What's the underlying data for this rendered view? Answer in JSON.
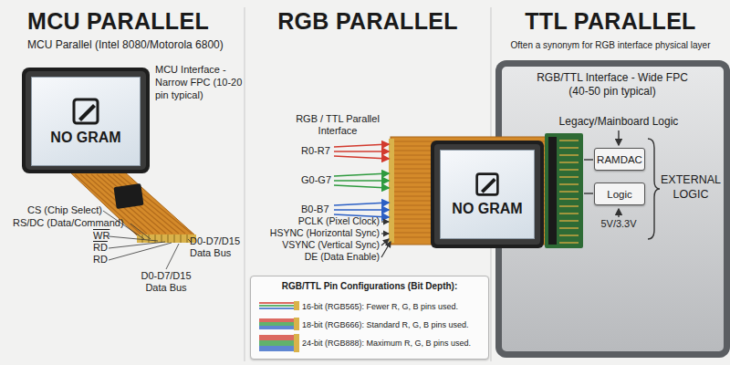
{
  "diagram": {
    "nodes": [
      {
        "text": [
          "NO GRAM"
        ]
      },
      {
        "text": [
          "NO GRAM"
        ]
      },
      {
        "text": [
          "RGB/TTL Pin Configurations (Bit Depth):",
          "16-bit (RGB565): Fewer R, G, B pins used.",
          "18-bit (RGB666): Standard R, G, B pins used.",
          "24-bit (RGB888): Maximum R, G, B pins used."
        ]
      },
      {
        "text": [
          "RGB/TTL Interface - Wide FPC (40-50 pin typical)"
        ]
      },
      {
        "text": [
          "RAMDAC"
        ],
        "in": 3
      },
      {
        "text": [
          "Logic"
        ],
        "in": 3
      }
    ],
    "labels": [
      "MCU PARALLEL",
      "MCU Parallel (Intel 8080/Motorola 6800)",
      "RGB PARALLEL",
      "TTL PARALLEL",
      "Often a synonym for RGB interface physical layer",
      "MCU Interface - Narrow FPC (10-20 pin typical)",
      "CS (Chip Select)",
      "RS/DC (Data/Command)",
      "WR",
      "RD",
      "RD",
      "D0-D7/D15 Data Bus",
      "D0-D7/D15 Data Bus",
      "RGB / TTL Parallel Interface",
      "R0-R7",
      "G0-G7",
      "B0-B7",
      "PCLK (Pixel Clock)",
      "HSYNC (Horizontal Sync)",
      "VSYNC (Vertical Sync)",
      "DE (Data Enable)",
      "Legacy/Mainboard Logic",
      "5V/3.3V",
      "EXTERNAL LOGIC"
    ]
  }
}
